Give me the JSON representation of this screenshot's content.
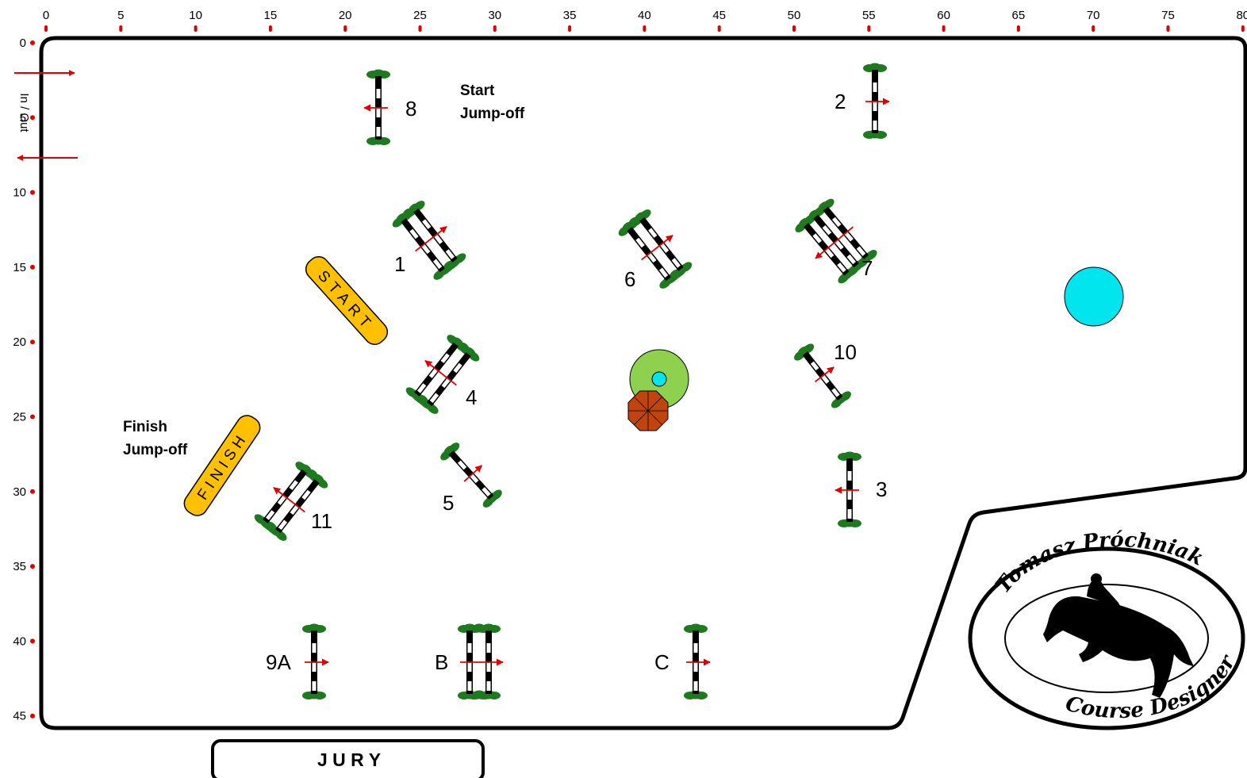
{
  "ruler": {
    "top": [
      "0",
      "5",
      "10",
      "15",
      "20",
      "25",
      "30",
      "35",
      "40",
      "45",
      "50",
      "55",
      "60",
      "65",
      "70",
      "75",
      "80"
    ],
    "left": [
      "0",
      "5",
      "10",
      "15",
      "20",
      "25",
      "30",
      "35",
      "40",
      "45"
    ]
  },
  "in_out_label": "In / Out",
  "notes": {
    "start_jumpoff_1": "Start",
    "start_jumpoff_2": "Jump-off",
    "finish_jumpoff_1": "Finish",
    "finish_jumpoff_2": "Jump-off"
  },
  "start_label": "START",
  "finish_label": "FINISH",
  "jury_label": "J U R Y",
  "obstacles": [
    "8",
    "2",
    "1",
    "6",
    "7",
    "10",
    "4",
    "5",
    "3",
    "11",
    "9A",
    "B",
    "C"
  ],
  "logo": {
    "top_text": "Tomasz Próchniak",
    "bottom_text": "Course Designer"
  },
  "colors": {
    "ruler_dot": "#e00000",
    "arrow": "#e00000",
    "bush": "#1e7a1e",
    "flag_board": "#ffc000",
    "water": "#00e5ee",
    "island": "#8dd14f",
    "umbrella": "#c1440e"
  }
}
